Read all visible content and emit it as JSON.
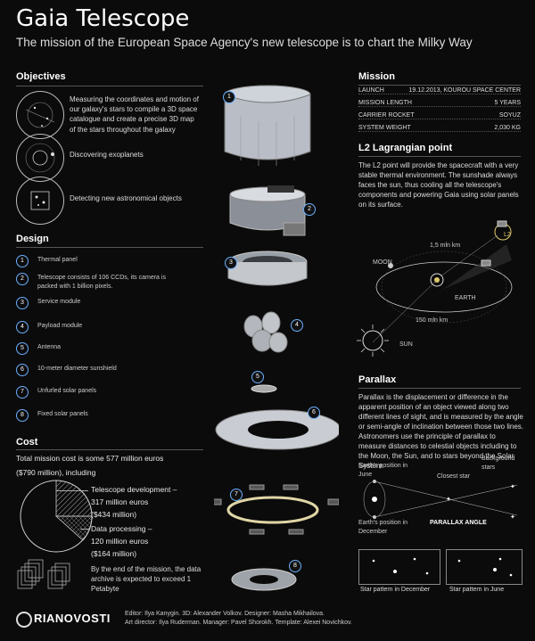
{
  "title": "Gaia Telescope",
  "subtitle": "The mission of the European Space Agency's new telescope is to chart the Milky Way",
  "objectives": {
    "heading": "Objectives",
    "items": [
      "Measuring the coordinates and motion of our galaxy's stars to compile a 3D space catalogue and create a precise 3D map",
      "of the stars throughout the galaxy",
      "Discovering exoplanets",
      "Detecting new astronomical objects"
    ]
  },
  "design": {
    "heading": "Design",
    "items": [
      {
        "n": "1",
        "label": "Thermal panel"
      },
      {
        "n": "2",
        "label": "Telescope consists of 106 CCDs, its camera is packed with 1 billion pixels."
      },
      {
        "n": "3",
        "label": "Service module"
      },
      {
        "n": "4",
        "label": "Payload module"
      },
      {
        "n": "5",
        "label": "Antenna"
      },
      {
        "n": "6",
        "label": "10-meter diameter sunshield"
      },
      {
        "n": "7",
        "label": "Unfurled solar panels"
      },
      {
        "n": "8",
        "label": "Fixed solar panels"
      }
    ]
  },
  "cost": {
    "heading": "Cost",
    "total": "Total mission cost is some 577 million euros",
    "total2": "($790 million), including",
    "dev1": "Telescope development –",
    "dev2": "317 million euros",
    "dev3": "($434 million)",
    "proc1": "Data processing –",
    "proc2": "120 million euros",
    "proc3": "($164 million)",
    "archive": "By the end of the mission, the data archive is expected to exceed 1 Petabyte"
  },
  "mission": {
    "heading": "Mission",
    "rows": [
      {
        "k": "LAUNCH",
        "v": "19.12.2013, KOUROU SPACE CENTER"
      },
      {
        "k": "MISSION LENGTH",
        "v": "5 YEARS"
      },
      {
        "k": "CARRIER ROCKET",
        "v": "SOYUZ"
      },
      {
        "k": "SYSTEM WEIGHT",
        "v": "2,030 KG"
      }
    ]
  },
  "l2": {
    "heading": "L2 Lagrangian point",
    "text": "The L2 point will provide the spacecraft with a very stable thermal environment. The sunshade always faces the sun, thus cooling all the telescope's components and powering Gaia using solar panels on its surface.",
    "dist1": "1,5 mln km",
    "dist2": "150 mln km",
    "moon": "MOON",
    "earth": "EARTH",
    "sun": "SUN",
    "l2label": "L2"
  },
  "parallax": {
    "heading": "Parallax",
    "text": "Parallax is the displacement or difference in the apparent position of an object viewed along two different lines of sight, and is measured by the angle or semi-angle of inclination between those two lines. Astronomers use the principle of parallax to measure distances to celestial objects including to the Moon, the Sun, and to stars beyond the Solar System.",
    "june": "Earth's position in June",
    "december": "Earth's position in December",
    "closest": "Closest star",
    "background": "Background stars",
    "angle": "PARALLAX ANGLE",
    "pattern_dec": "Star pattern in December",
    "pattern_jun": "Star pattern in June"
  },
  "logo": "RIANOVOSTI",
  "credits1": "Editor: Ilya Kanygin. 3D: Alexander Volkov. Designer: Masha Mikhailova.",
  "credits2": "Art director: Ilya Ruderman. Manager: Pavel Shorokh. Template: Alexei Novichkov.",
  "accent": "#6ab0ff"
}
